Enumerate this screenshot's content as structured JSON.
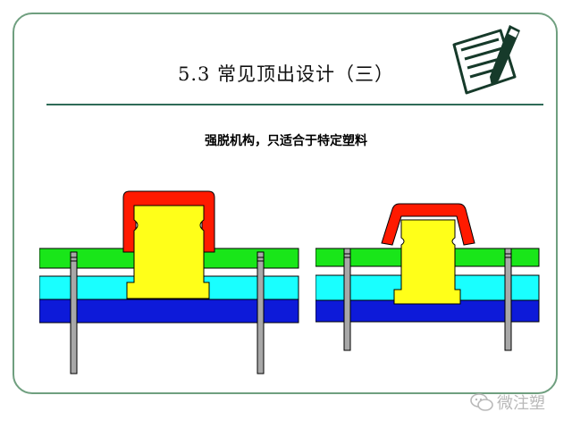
{
  "slide": {
    "title": "5.3  常见顶出设计（三）",
    "subtitle": "强脱机构，只适合于特定塑料",
    "watermark": "微注塑"
  },
  "colors": {
    "frame": "#6f9f7f",
    "title_rule": "#2f6b57",
    "part_red": "#ff1a00",
    "core_yellow": "#ffff19",
    "plate_green": "#19e619",
    "plate_cyan": "#19ffff",
    "plate_blue": "#0d1ad9",
    "pin_gray": "#a8a8a8"
  },
  "icons": {
    "notes": "notepad-pen-icon",
    "watermark": "wechat-icon"
  }
}
